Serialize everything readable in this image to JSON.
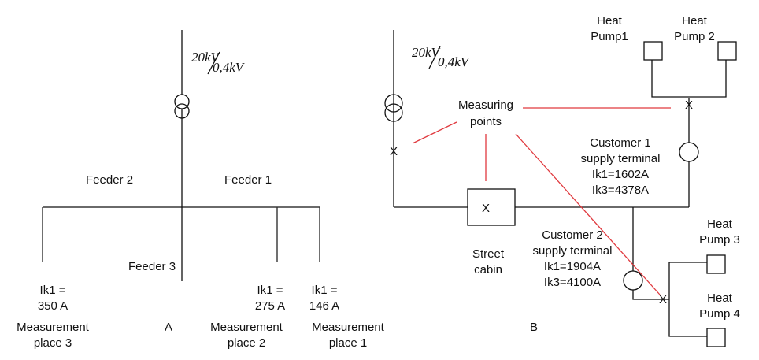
{
  "colors": {
    "line": "#111111",
    "measure_line": "#e0393e",
    "background": "#ffffff"
  },
  "diagram_a": {
    "label": "A",
    "transformer": {
      "primary": "20kV",
      "secondary": "0,4kV"
    },
    "feeders": [
      "Feeder 2",
      "Feeder 1",
      "Feeder 3"
    ],
    "measurements": [
      {
        "ik_label": "Ik1 =",
        "ik_value": "350 A",
        "place_line1": "Measurement",
        "place_line2": "place 3"
      },
      {
        "ik_label": "Ik1 =",
        "ik_value": "275 A",
        "place_line1": "Measurement",
        "place_line2": "place 2"
      },
      {
        "ik_label": "Ik1 =",
        "ik_value": "146 A",
        "place_line1": "Measurement",
        "place_line2": "place 1"
      }
    ]
  },
  "diagram_b": {
    "label": "B",
    "transformer": {
      "primary": "20kV",
      "secondary": "0,4kV"
    },
    "measuring_points": {
      "line1": "Measuring",
      "line2": "points"
    },
    "street_cabin": {
      "line1": "Street",
      "line2": "cabin",
      "mark": "X"
    },
    "switch_mark": "X",
    "customer1": {
      "line1": "Customer 1",
      "line2": "supply terminal",
      "ik1": "Ik1=1602A",
      "ik3": "Ik3=4378A"
    },
    "customer2": {
      "line1": "Customer 2",
      "line2": "supply terminal",
      "ik1": "Ik1=1904A",
      "ik3": "Ik3=4100A"
    },
    "heat_pumps": [
      {
        "line1": "Heat",
        "line2": "Pump1"
      },
      {
        "line1": "Heat",
        "line2": "Pump 2"
      },
      {
        "line1": "Heat",
        "line2": "Pump 3"
      },
      {
        "line1": "Heat",
        "line2": "Pump 4"
      }
    ]
  }
}
